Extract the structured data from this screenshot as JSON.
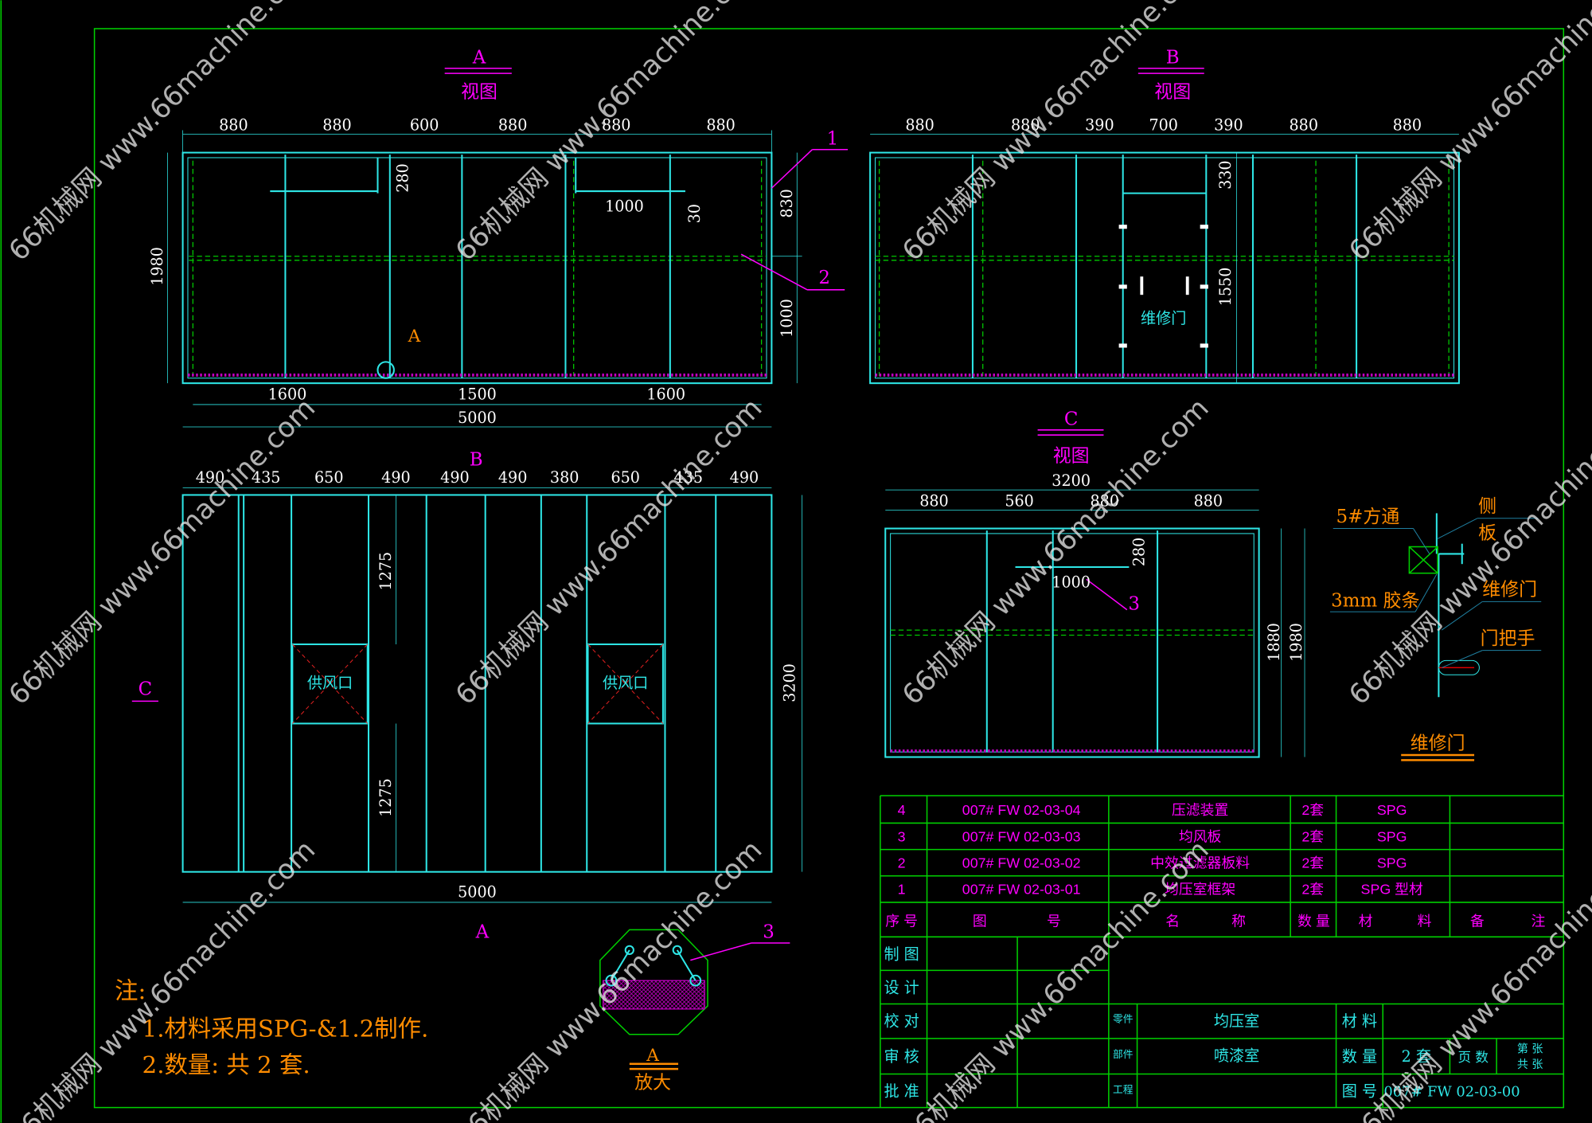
{
  "view_a": {
    "letter": "A",
    "title": "视图",
    "top_dims": [
      "880",
      "880",
      "600",
      "880",
      "880",
      "880"
    ],
    "bottom_dims": [
      "1600",
      "1500",
      "1600"
    ],
    "total": "5000",
    "height": "1980",
    "right_dims": [
      "830",
      "1000"
    ],
    "inner": [
      "280",
      "1000",
      "30"
    ],
    "detail_mark": "A",
    "callouts": [
      "1",
      "2"
    ]
  },
  "view_b": {
    "letter": "B",
    "title": "视图",
    "top_dims": [
      "880",
      "880",
      "390",
      "700",
      "390",
      "880",
      "880"
    ],
    "right_dims": [
      "330",
      "1550"
    ],
    "door_label": "维修门"
  },
  "plan": {
    "top_dims": [
      "490",
      "435",
      "650",
      "490",
      "490",
      "490",
      "380",
      "650",
      "435",
      "490"
    ],
    "total": "5000",
    "depth": "3200",
    "inner_dims": [
      "1275",
      "1275"
    ],
    "vents": [
      "供风口",
      "供风口"
    ],
    "marks": {
      "b": "B",
      "c": "C",
      "a": "A"
    }
  },
  "view_c": {
    "letter": "C",
    "title": "视图",
    "overall": "3200",
    "top_dims": [
      "880",
      "560",
      "880",
      "880"
    ],
    "inner": [
      "280",
      "1000"
    ],
    "callout": "3",
    "heights": [
      "1880",
      "1980"
    ]
  },
  "detail_door": {
    "labels": {
      "tube": "5#方通",
      "side1": "侧",
      "side2": "板",
      "strip": "3mm 胶条",
      "door": "维修门",
      "handle": "门把手"
    },
    "title": "维修门"
  },
  "detail_a": {
    "callout": "3",
    "letter": "A",
    "title": "放大"
  },
  "notes": {
    "heading": "注:",
    "lines": [
      "1.材料采用SPG-&1.2制作.",
      "2.数量: 共 2 套."
    ]
  },
  "parts_table": {
    "rows": [
      {
        "no": "4",
        "drawing": "007# FW 02-03-04",
        "name": "压滤装置",
        "qty": "2套",
        "material": "SPG",
        "remark": ""
      },
      {
        "no": "3",
        "drawing": "007# FW 02-03-03",
        "name": "均风板",
        "qty": "2套",
        "material": "SPG",
        "remark": ""
      },
      {
        "no": "2",
        "drawing": "007# FW 02-03-02",
        "name": "中效过滤器板料",
        "qty": "2套",
        "material": "SPG",
        "remark": ""
      },
      {
        "no": "1",
        "drawing": "007# FW 02-03-01",
        "name": "均压室框架",
        "qty": "2套",
        "material": "SPG 型材",
        "remark": ""
      }
    ],
    "header": {
      "no": "序 号",
      "drawing1": "图",
      "drawing2": "号",
      "name1": "名",
      "name2": "称",
      "qty": "数 量",
      "mat1": "材",
      "mat2": "料",
      "rem1": "备",
      "rem2": "注"
    }
  },
  "title_block": {
    "roles": [
      "制 图",
      "设 计",
      "校 对",
      "审 核",
      "批 准"
    ],
    "part_label": "零件",
    "assembly_label": "部件",
    "project_label": "工程",
    "part_name": "均压室",
    "assembly_name": "喷漆室",
    "material_label": "材 料",
    "qty_label": "数 量",
    "qty_value": "2 套",
    "pages_label": "页 数",
    "sheet1": "第 张",
    "sheet2": "共 张",
    "drawing_no_label": "图 号",
    "drawing_no": "007# FW 02-03-00"
  },
  "watermark": "66机械网 www.66machine.com"
}
